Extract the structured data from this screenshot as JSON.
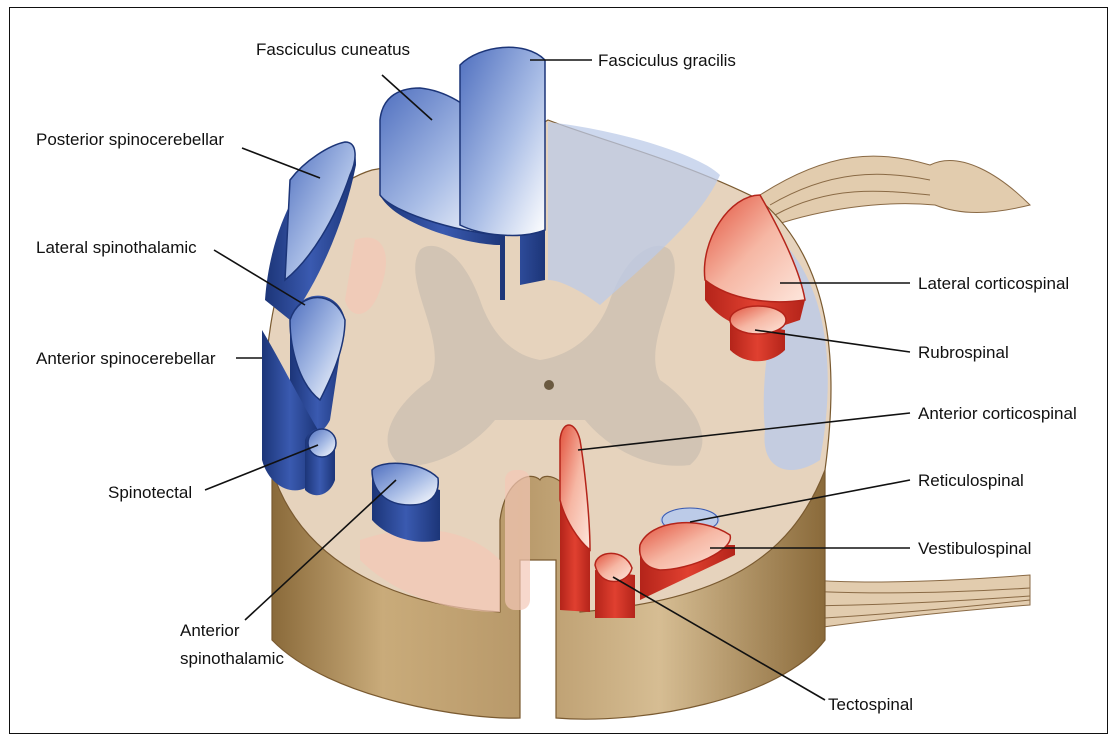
{
  "colors": {
    "ascending_tract": "#2a4a9a",
    "descending_tract": "#d83a2a",
    "white_matter": "#e6d3bd",
    "gray_matter": "#cfc2b2",
    "cut_surface_side": "#a88a5a",
    "leader_line": "#111111"
  },
  "labels": {
    "fasciculus_cuneatus": "Fasciculus cuneatus",
    "fasciculus_gracilis": "Fasciculus gracilis",
    "posterior_spinocerebellar": "Posterior spinocerebellar",
    "lateral_spinothalamic": "Lateral spinothalamic",
    "anterior_spinocerebellar": "Anterior spinocerebellar",
    "spinotectal": "Spinotectal",
    "anterior_spinothalamic_line1": "Anterior",
    "anterior_spinothalamic_line2": "spinothalamic",
    "lateral_corticospinal": "Lateral corticospinal",
    "rubrospinal": "Rubrospinal",
    "anterior_corticospinal": "Anterior corticospinal",
    "reticulospinal": "Reticulospinal",
    "vestibulospinal": "Vestibulospinal",
    "tectospinal": "Tectospinal"
  }
}
